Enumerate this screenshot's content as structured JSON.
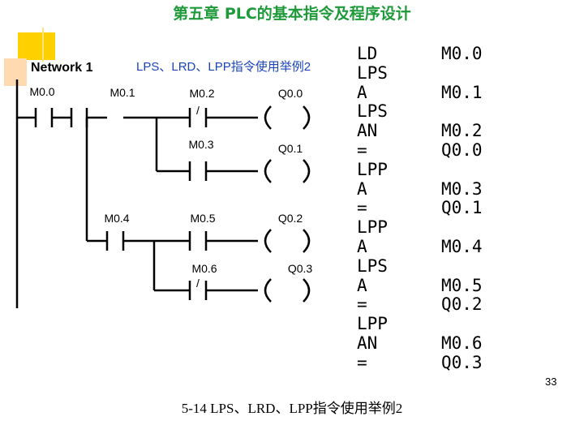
{
  "slide_title": "第五章  PLC的基本指令及程序设计",
  "network": {
    "title": "Network 1",
    "comment": "LPS、LRD、LPP指令使用举例2",
    "contacts": [
      {
        "name": "contact-m0-0",
        "label": "M0.0",
        "negated": false
      },
      {
        "name": "contact-m0-1",
        "label": "M0.1",
        "negated": false
      },
      {
        "name": "contact-m0-2",
        "label": "M0.2",
        "negated": true
      },
      {
        "name": "contact-m0-3",
        "label": "M0.3",
        "negated": false
      },
      {
        "name": "contact-m0-4",
        "label": "M0.4",
        "negated": false
      },
      {
        "name": "contact-m0-5",
        "label": "M0.5",
        "negated": false
      },
      {
        "name": "contact-m0-6",
        "label": "M0.6",
        "negated": true
      }
    ],
    "coils": [
      {
        "name": "coil-q0-0",
        "label": "Q0.0"
      },
      {
        "name": "coil-q0-1",
        "label": "Q0.1"
      },
      {
        "name": "coil-q0-2",
        "label": "Q0.2"
      },
      {
        "name": "coil-q0-3",
        "label": "Q0.3"
      }
    ],
    "negation_symbol": "/"
  },
  "instruction_list": [
    {
      "op": "LD",
      "operand": "M0.0"
    },
    {
      "op": "LPS",
      "operand": ""
    },
    {
      "op": "A",
      "operand": "M0.1"
    },
    {
      "op": "LPS",
      "operand": ""
    },
    {
      "op": "AN",
      "operand": "M0.2"
    },
    {
      "op": "=",
      "operand": "Q0.0"
    },
    {
      "op": "LPP",
      "operand": ""
    },
    {
      "op": "A",
      "operand": "M0.3"
    },
    {
      "op": "=",
      "operand": "Q0.1"
    },
    {
      "op": "LPP",
      "operand": ""
    },
    {
      "op": "A",
      "operand": "M0.4"
    },
    {
      "op": "LPS",
      "operand": ""
    },
    {
      "op": "A",
      "operand": "M0.5"
    },
    {
      "op": "=",
      "operand": "Q0.2"
    },
    {
      "op": "LPP",
      "operand": ""
    },
    {
      "op": "AN",
      "operand": "M0.6"
    },
    {
      "op": "=",
      "operand": "Q0.3"
    }
  ],
  "page_number": "33",
  "caption": "5-14 LPS、LRD、LPP指令使用举例2"
}
